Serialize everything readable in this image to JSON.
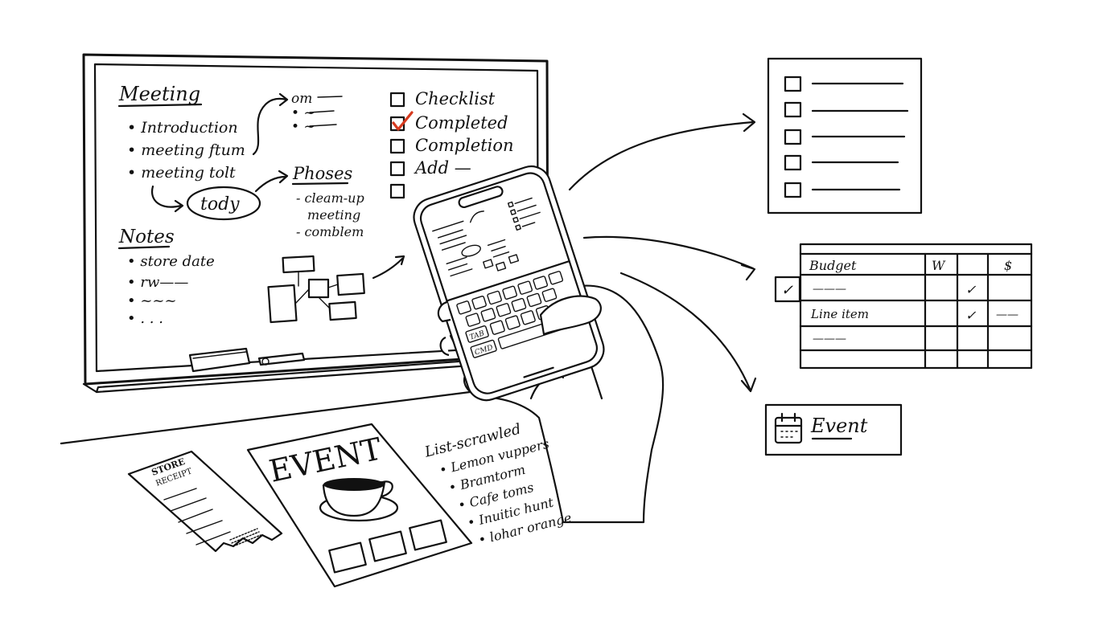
{
  "whiteboard": {
    "meeting": {
      "title": "Meeting",
      "items": [
        "• Introduction",
        "• meeting ftum",
        "• meeting tolt"
      ],
      "circled": "tody"
    },
    "scribble_bullets": [
      "om",
      "• ~",
      "• ~"
    ],
    "phases": {
      "title": "Phoses",
      "items": [
        "- cleam-up",
        "meeting",
        "- comblem"
      ]
    },
    "notes": {
      "title": "Notes",
      "items": [
        "• store date",
        "• rw——",
        "• ~~~",
        "• . . ."
      ]
    },
    "checklist": [
      {
        "label": "Checklist",
        "checked": false
      },
      {
        "label": "Completed",
        "checked": true
      },
      {
        "label": "Completion",
        "checked": false
      },
      {
        "label": "Add —",
        "checked": false
      },
      {
        "label": "",
        "checked": false
      }
    ]
  },
  "phone": {
    "keyboard": {
      "tab_key": "TAB",
      "cmd_key": "CMD"
    }
  },
  "outputs": {
    "checklist_card": {
      "rows": 5
    },
    "budget_table": {
      "headers": [
        "Budget",
        "W",
        "",
        "$"
      ],
      "row_checked": "✓",
      "rows": [
        [
          "———",
          "",
          "✓",
          ""
        ],
        [
          "Line item",
          "",
          "✓",
          "——"
        ],
        [
          "———",
          "",
          "",
          ""
        ]
      ]
    },
    "event_card": {
      "label": "Event",
      "icon": "calendar-icon"
    }
  },
  "desk": {
    "receipt": {
      "line1": "STORE",
      "line2": "RECEIPT"
    },
    "flyer": {
      "title": "EVENT",
      "icon": "coffee-cup-icon"
    },
    "list": {
      "title": "List-scrawled",
      "items": [
        "• Lemon vuppers",
        "• Bramtorm",
        "• Cafe toms",
        "• Inuitic hunt",
        "• lohar orange"
      ]
    }
  },
  "accent_color": "#d63a1f"
}
